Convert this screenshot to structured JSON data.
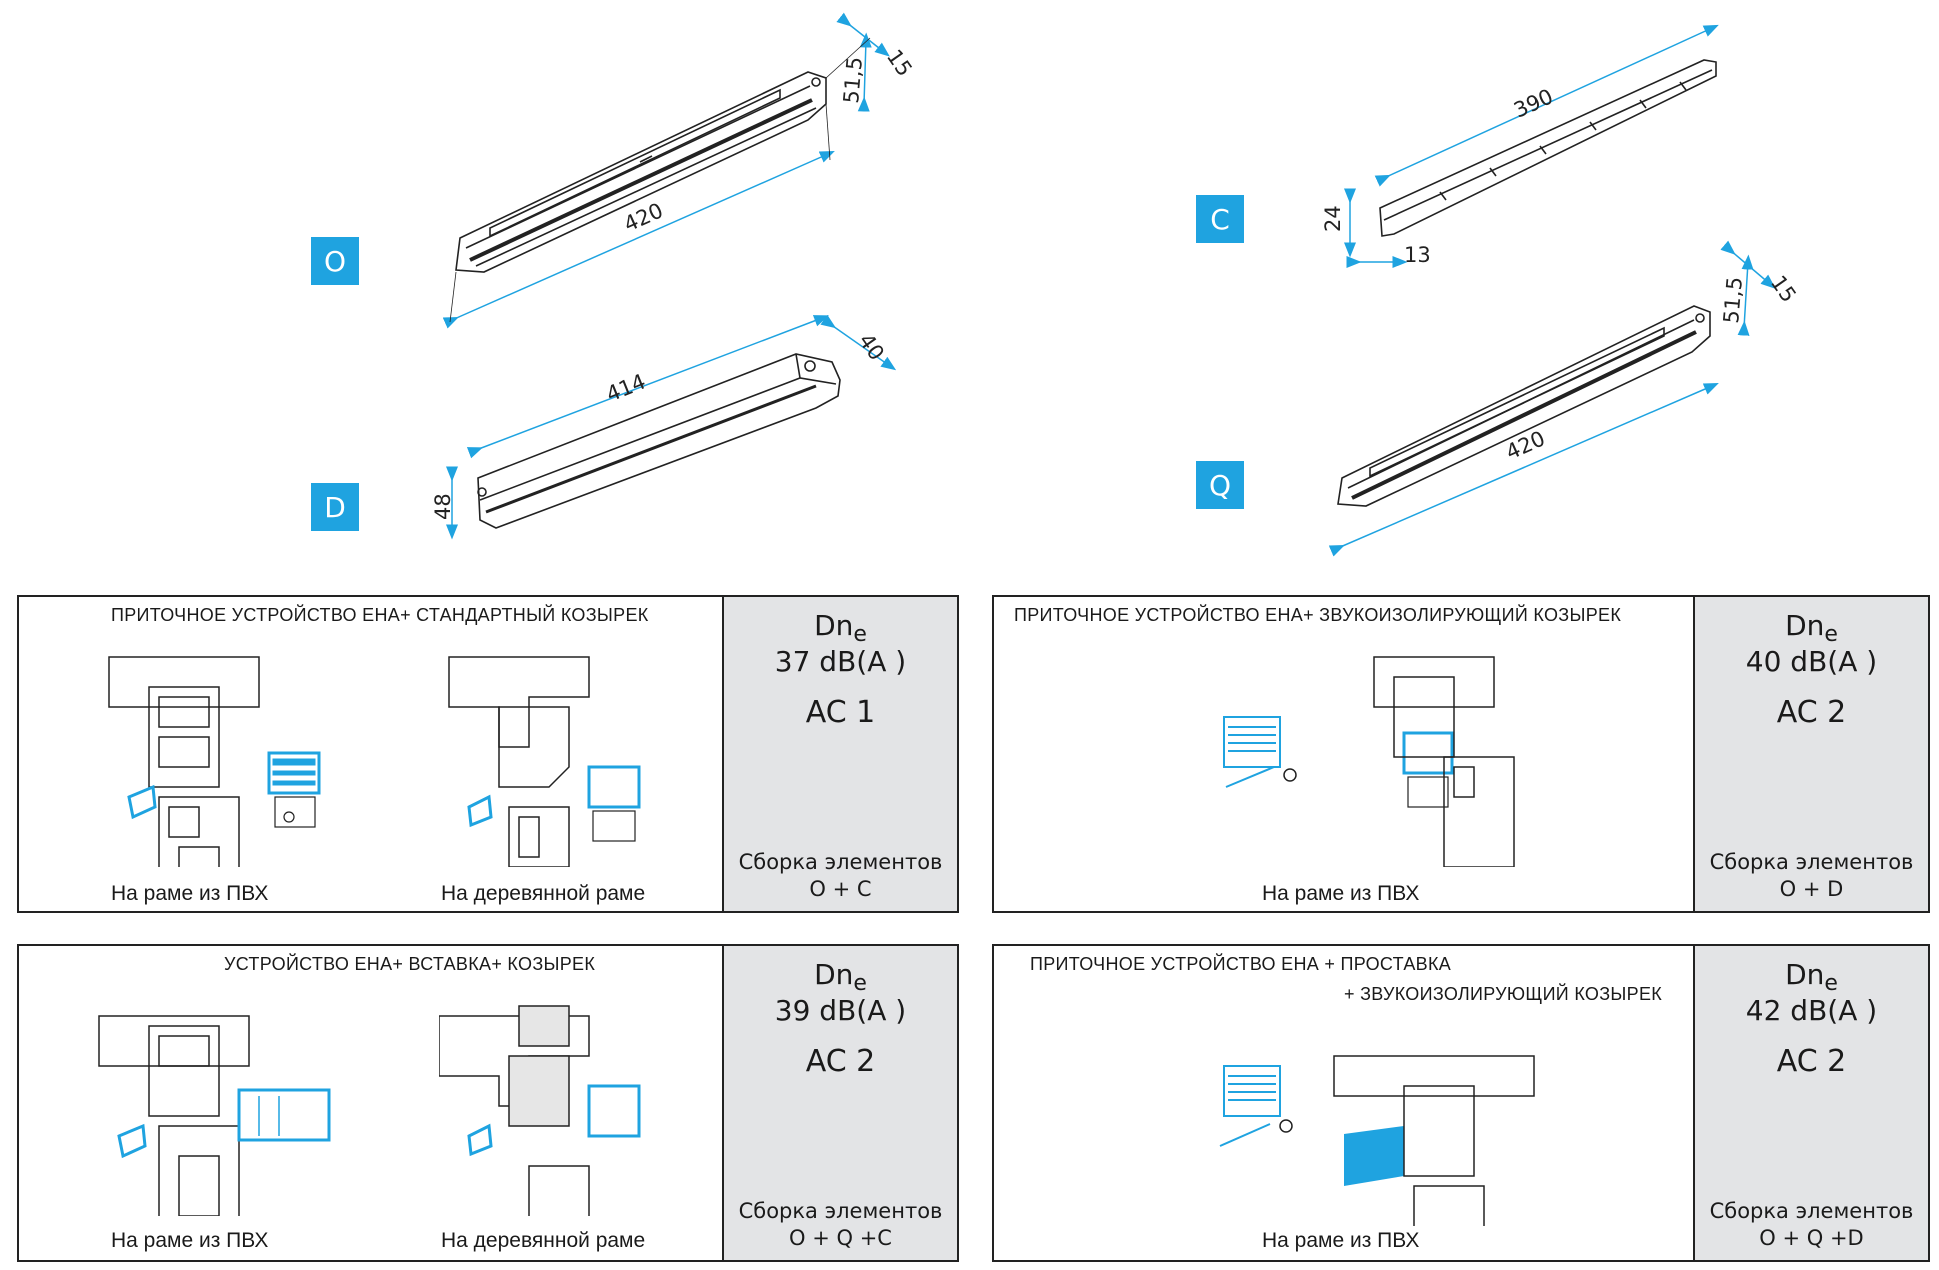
{
  "products": {
    "O": {
      "label": "O",
      "length": "420",
      "height": "51,5",
      "depth": "15"
    },
    "D": {
      "label": "D",
      "length": "414",
      "height": "48",
      "depth": "40"
    },
    "C": {
      "label": "C",
      "length": "390",
      "height": "24",
      "depth": "13"
    },
    "Q": {
      "label": "Q",
      "length": "420",
      "height": "51,5",
      "depth": "15"
    }
  },
  "panels": [
    {
      "title": "ПРИТОЧНОЕ  УСТРОЙСТВО  ЕНА+ СТАНДАРТНЫЙ  КОЗЫРЕК",
      "captions": [
        "На раме из ПВХ",
        "На деревянной раме"
      ],
      "dn": "Dn",
      "dn_sub": "e",
      "db": "37 dB(A )",
      "ac": "AC  1",
      "assembly_title": "Сборка элементов",
      "assembly": "O + C"
    },
    {
      "title": "ПРИТОЧНОЕ  УСТРОЙСТВО  ЕНА+ ЗВУКОИЗОЛИРУЮЩИЙ  КОЗЫРЕК",
      "captions": [
        "На раме из ПВХ"
      ],
      "dn": "Dn",
      "dn_sub": "e",
      "db": "40 dB(A )",
      "ac": "AC  2",
      "assembly_title": "Сборка  элементов",
      "assembly": "O + D"
    },
    {
      "title": "УСТРОЙСТВО  ЕНА+ ВСТАВКА+ КОЗЫРЕК",
      "captions": [
        "На раме из ПВХ",
        "На деревянной раме"
      ],
      "dn": "Dn",
      "dn_sub": "e",
      "db": "39 dB(A )",
      "ac": "AC  2",
      "assembly_title": "Сборка элементов",
      "assembly": "O + Q +C"
    },
    {
      "title": "ПРИТОЧНОЕ  УСТРОЙСТВО  ЕНА  +  ПРОСТАВКА",
      "title2": "+ ЗВУКОИЗОЛИРУЮЩИЙ КОЗЫРЕК",
      "captions": [
        "На раме из ПВХ"
      ],
      "dn": "Dn",
      "dn_sub": "e",
      "db": "42 dB(A )",
      "ac": "AC  2",
      "assembly_title": "Сборка  элементов",
      "assembly": "O + Q +D"
    }
  ]
}
